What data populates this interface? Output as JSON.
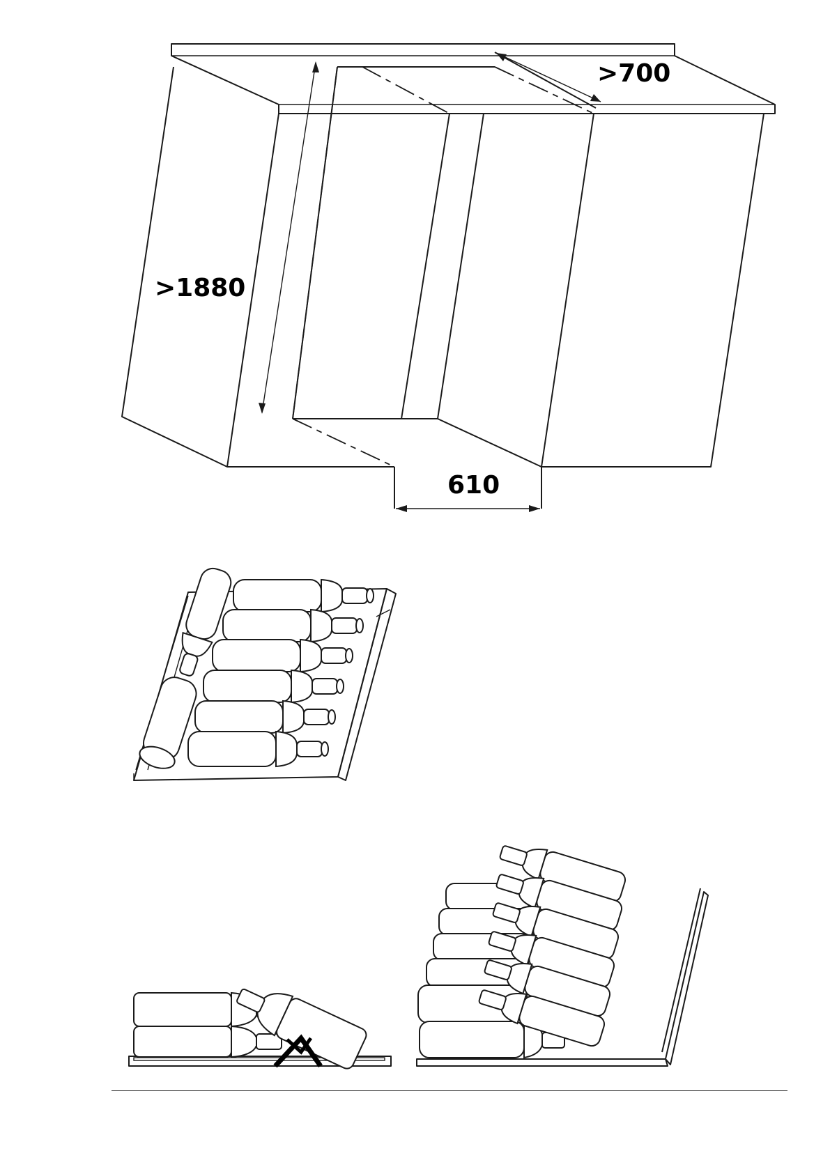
{
  "dimensions": {
    "depth_label": ">700",
    "height_label": ">1880",
    "width_label": "610"
  },
  "figures": {
    "icons": [
      "niche-installation-diagram",
      "shelf-loading-diagram",
      "shelf-side-view-diagram",
      "stacked-bottles-diagram"
    ]
  }
}
